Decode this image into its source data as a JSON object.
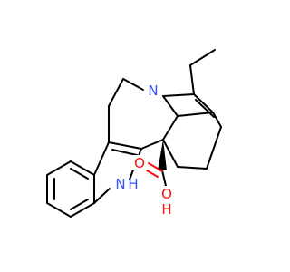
{
  "molecule": {
    "atoms": {
      "nitrogen_amine": "N",
      "nitrogen_indole": "N",
      "hydrogen_indole": "H",
      "oxygen_carbonyl": "O",
      "oxygen_hydroxyl": "O",
      "hydrogen_hydroxyl": "H"
    },
    "colors": {
      "nitrogen": "#3050f8",
      "oxygen": "#ff0d0d",
      "carbon_bond": "#000000",
      "background": "#ffffff"
    }
  }
}
